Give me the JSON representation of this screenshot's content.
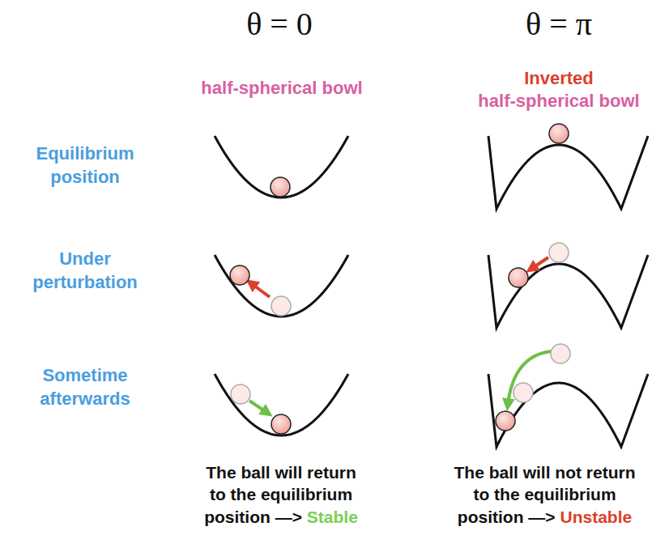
{
  "diagram": {
    "labels": [
      "θ = 0",
      "θ = π",
      "half-spherical bowl",
      "Inverted",
      "half-spherical bowl",
      "Equilibrium position",
      "Under perturbation",
      "Sometime afterwards",
      "The ball will return to the equilibrium position —>",
      "Stable",
      "The ball will not return to the equilibrium position —>",
      "Unstable"
    ]
  }
}
